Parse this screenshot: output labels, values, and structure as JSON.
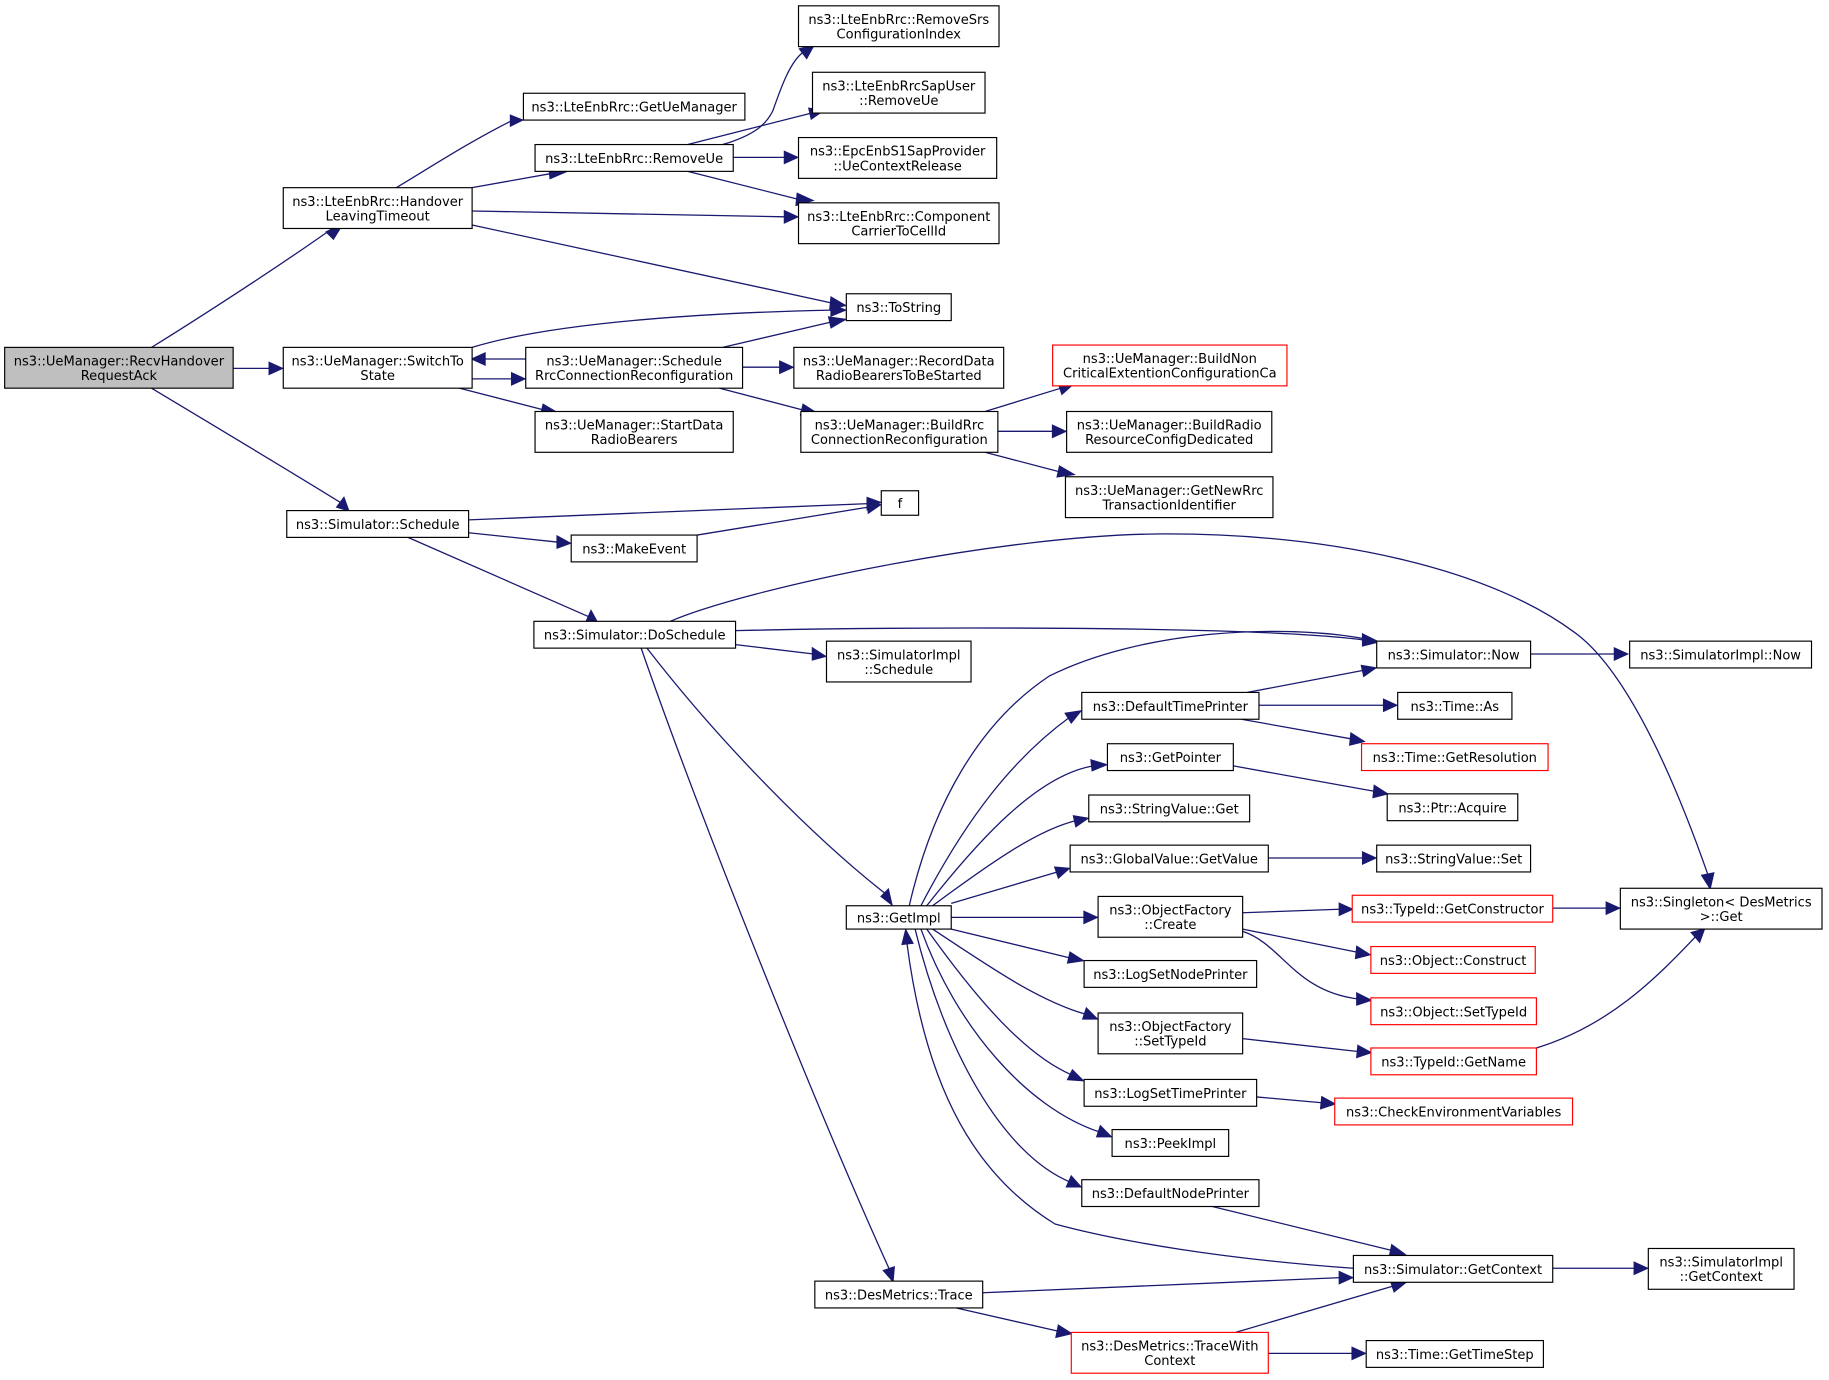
{
  "graph": {
    "edge_color": "#191970",
    "root_fill": "#bfbfbf",
    "truncated_border_color": "#ff0000",
    "nodes": [
      {
        "id": "n0",
        "lines": [
          "ns3::UeManager::RecvHandover",
          "RequestAck"
        ],
        "root": true
      },
      {
        "id": "n1",
        "lines": [
          "ns3::LteEnbRrc::Handover",
          "LeavingTimeout"
        ]
      },
      {
        "id": "n2",
        "lines": [
          "ns3::UeManager::SwitchTo",
          "State"
        ]
      },
      {
        "id": "n3",
        "lines": [
          "ns3::Simulator::Schedule"
        ]
      },
      {
        "id": "n4",
        "lines": [
          "ns3::LteEnbRrc::GetUeManager"
        ]
      },
      {
        "id": "n5",
        "lines": [
          "ns3::LteEnbRrc::RemoveUe"
        ]
      },
      {
        "id": "n6",
        "lines": [
          "ns3::LteEnbRrc::RemoveSrs",
          "ConfigurationIndex"
        ]
      },
      {
        "id": "n7",
        "lines": [
          "ns3::LteEnbRrcSapUser",
          "::RemoveUe"
        ]
      },
      {
        "id": "n8",
        "lines": [
          "ns3::EpcEnbS1SapProvider",
          "::UeContextRelease"
        ]
      },
      {
        "id": "n9",
        "lines": [
          "ns3::LteEnbRrc::Component",
          "CarrierToCellId"
        ]
      },
      {
        "id": "n10",
        "lines": [
          "ns3::ToString"
        ]
      },
      {
        "id": "n11",
        "lines": [
          "ns3::UeManager::Schedule",
          "RrcConnectionReconfiguration"
        ]
      },
      {
        "id": "n12",
        "lines": [
          "ns3::UeManager::StartData",
          "RadioBearers"
        ]
      },
      {
        "id": "n13",
        "lines": [
          "ns3::UeManager::RecordData",
          "RadioBearersToBeStarted"
        ]
      },
      {
        "id": "n14",
        "lines": [
          "ns3::UeManager::BuildRrc",
          "ConnectionReconfiguration"
        ]
      },
      {
        "id": "n15",
        "lines": [
          "ns3::UeManager::BuildNon",
          "CriticalExtentionConfigurationCa"
        ],
        "truncated": true
      },
      {
        "id": "n16",
        "lines": [
          "ns3::UeManager::BuildRadio",
          "ResourceConfigDedicated"
        ]
      },
      {
        "id": "n17",
        "lines": [
          "ns3::UeManager::GetNewRrc",
          "TransactionIdentifier"
        ]
      },
      {
        "id": "n18",
        "lines": [
          "f"
        ]
      },
      {
        "id": "n19",
        "lines": [
          "ns3::MakeEvent"
        ]
      },
      {
        "id": "n20",
        "lines": [
          "ns3::Simulator::DoSchedule"
        ]
      },
      {
        "id": "n21",
        "lines": [
          "ns3::Singleton< DesMetrics",
          ">::Get"
        ]
      },
      {
        "id": "n22",
        "lines": [
          "ns3::Simulator::Now"
        ]
      },
      {
        "id": "n23",
        "lines": [
          "ns3::SimulatorImpl",
          "::Schedule"
        ]
      },
      {
        "id": "n24",
        "lines": [
          "ns3::GetImpl"
        ]
      },
      {
        "id": "n25",
        "lines": [
          "ns3::DesMetrics::Trace"
        ]
      },
      {
        "id": "n26",
        "lines": [
          "ns3::SimulatorImpl::Now"
        ]
      },
      {
        "id": "n27",
        "lines": [
          "ns3::DefaultTimePrinter"
        ]
      },
      {
        "id": "n28",
        "lines": [
          "ns3::GetPointer"
        ]
      },
      {
        "id": "n29",
        "lines": [
          "ns3::StringValue::Get"
        ]
      },
      {
        "id": "n30",
        "lines": [
          "ns3::GlobalValue::GetValue"
        ]
      },
      {
        "id": "n31",
        "lines": [
          "ns3::ObjectFactory",
          "::Create"
        ]
      },
      {
        "id": "n32",
        "lines": [
          "ns3::LogSetNodePrinter"
        ]
      },
      {
        "id": "n33",
        "lines": [
          "ns3::ObjectFactory",
          "::SetTypeId"
        ]
      },
      {
        "id": "n34",
        "lines": [
          "ns3::LogSetTimePrinter"
        ]
      },
      {
        "id": "n35",
        "lines": [
          "ns3::PeekImpl"
        ]
      },
      {
        "id": "n36",
        "lines": [
          "ns3::DefaultNodePrinter"
        ]
      },
      {
        "id": "n37",
        "lines": [
          "ns3::Time::As"
        ]
      },
      {
        "id": "n38",
        "lines": [
          "ns3::Time::GetResolution"
        ],
        "truncated": true
      },
      {
        "id": "n39",
        "lines": [
          "ns3::Ptr::Acquire"
        ]
      },
      {
        "id": "n40",
        "lines": [
          "ns3::StringValue::Set"
        ]
      },
      {
        "id": "n41",
        "lines": [
          "ns3::TypeId::GetConstructor"
        ],
        "truncated": true
      },
      {
        "id": "n42",
        "lines": [
          "ns3::Object::Construct"
        ],
        "truncated": true
      },
      {
        "id": "n43",
        "lines": [
          "ns3::Object::SetTypeId"
        ],
        "truncated": true
      },
      {
        "id": "n44",
        "lines": [
          "ns3::TypeId::GetName"
        ],
        "truncated": true
      },
      {
        "id": "n45",
        "lines": [
          "ns3::CheckEnvironmentVariables"
        ],
        "truncated": true
      },
      {
        "id": "n46",
        "lines": [
          "ns3::Simulator::GetContext"
        ]
      },
      {
        "id": "n47",
        "lines": [
          "ns3::SimulatorImpl",
          "::GetContext"
        ]
      },
      {
        "id": "n48",
        "lines": [
          "ns3::DesMetrics::TraceWith",
          "Context"
        ],
        "truncated": true
      },
      {
        "id": "n49",
        "lines": [
          "ns3::Time::GetTimeStep"
        ]
      }
    ],
    "edges": [
      [
        "n0",
        "n1"
      ],
      [
        "n0",
        "n2"
      ],
      [
        "n0",
        "n3"
      ],
      [
        "n1",
        "n4"
      ],
      [
        "n1",
        "n5"
      ],
      [
        "n1",
        "n9"
      ],
      [
        "n1",
        "n10"
      ],
      [
        "n5",
        "n6"
      ],
      [
        "n5",
        "n7"
      ],
      [
        "n5",
        "n8"
      ],
      [
        "n5",
        "n9"
      ],
      [
        "n2",
        "n10"
      ],
      [
        "n2",
        "n11"
      ],
      [
        "n2",
        "n12"
      ],
      [
        "n11",
        "n2"
      ],
      [
        "n11",
        "n10"
      ],
      [
        "n11",
        "n13"
      ],
      [
        "n11",
        "n14"
      ],
      [
        "n14",
        "n15"
      ],
      [
        "n14",
        "n16"
      ],
      [
        "n14",
        "n17"
      ],
      [
        "n3",
        "n18"
      ],
      [
        "n3",
        "n19"
      ],
      [
        "n3",
        "n20"
      ],
      [
        "n19",
        "n18"
      ],
      [
        "n20",
        "n21"
      ],
      [
        "n20",
        "n22"
      ],
      [
        "n20",
        "n23"
      ],
      [
        "n20",
        "n24"
      ],
      [
        "n20",
        "n25"
      ],
      [
        "n22",
        "n26"
      ],
      [
        "n24",
        "n22"
      ],
      [
        "n24",
        "n27"
      ],
      [
        "n24",
        "n28"
      ],
      [
        "n24",
        "n29"
      ],
      [
        "n24",
        "n30"
      ],
      [
        "n24",
        "n31"
      ],
      [
        "n24",
        "n32"
      ],
      [
        "n24",
        "n33"
      ],
      [
        "n24",
        "n34"
      ],
      [
        "n24",
        "n35"
      ],
      [
        "n24",
        "n36"
      ],
      [
        "n27",
        "n22"
      ],
      [
        "n27",
        "n37"
      ],
      [
        "n27",
        "n38"
      ],
      [
        "n28",
        "n39"
      ],
      [
        "n30",
        "n40"
      ],
      [
        "n31",
        "n41"
      ],
      [
        "n31",
        "n42"
      ],
      [
        "n31",
        "n43"
      ],
      [
        "n41",
        "n21"
      ],
      [
        "n33",
        "n44"
      ],
      [
        "n44",
        "n21"
      ],
      [
        "n34",
        "n45"
      ],
      [
        "n36",
        "n46"
      ],
      [
        "n46",
        "n24"
      ],
      [
        "n46",
        "n47"
      ],
      [
        "n25",
        "n46"
      ],
      [
        "n25",
        "n48"
      ],
      [
        "n48",
        "n46"
      ],
      [
        "n48",
        "n49"
      ]
    ]
  }
}
